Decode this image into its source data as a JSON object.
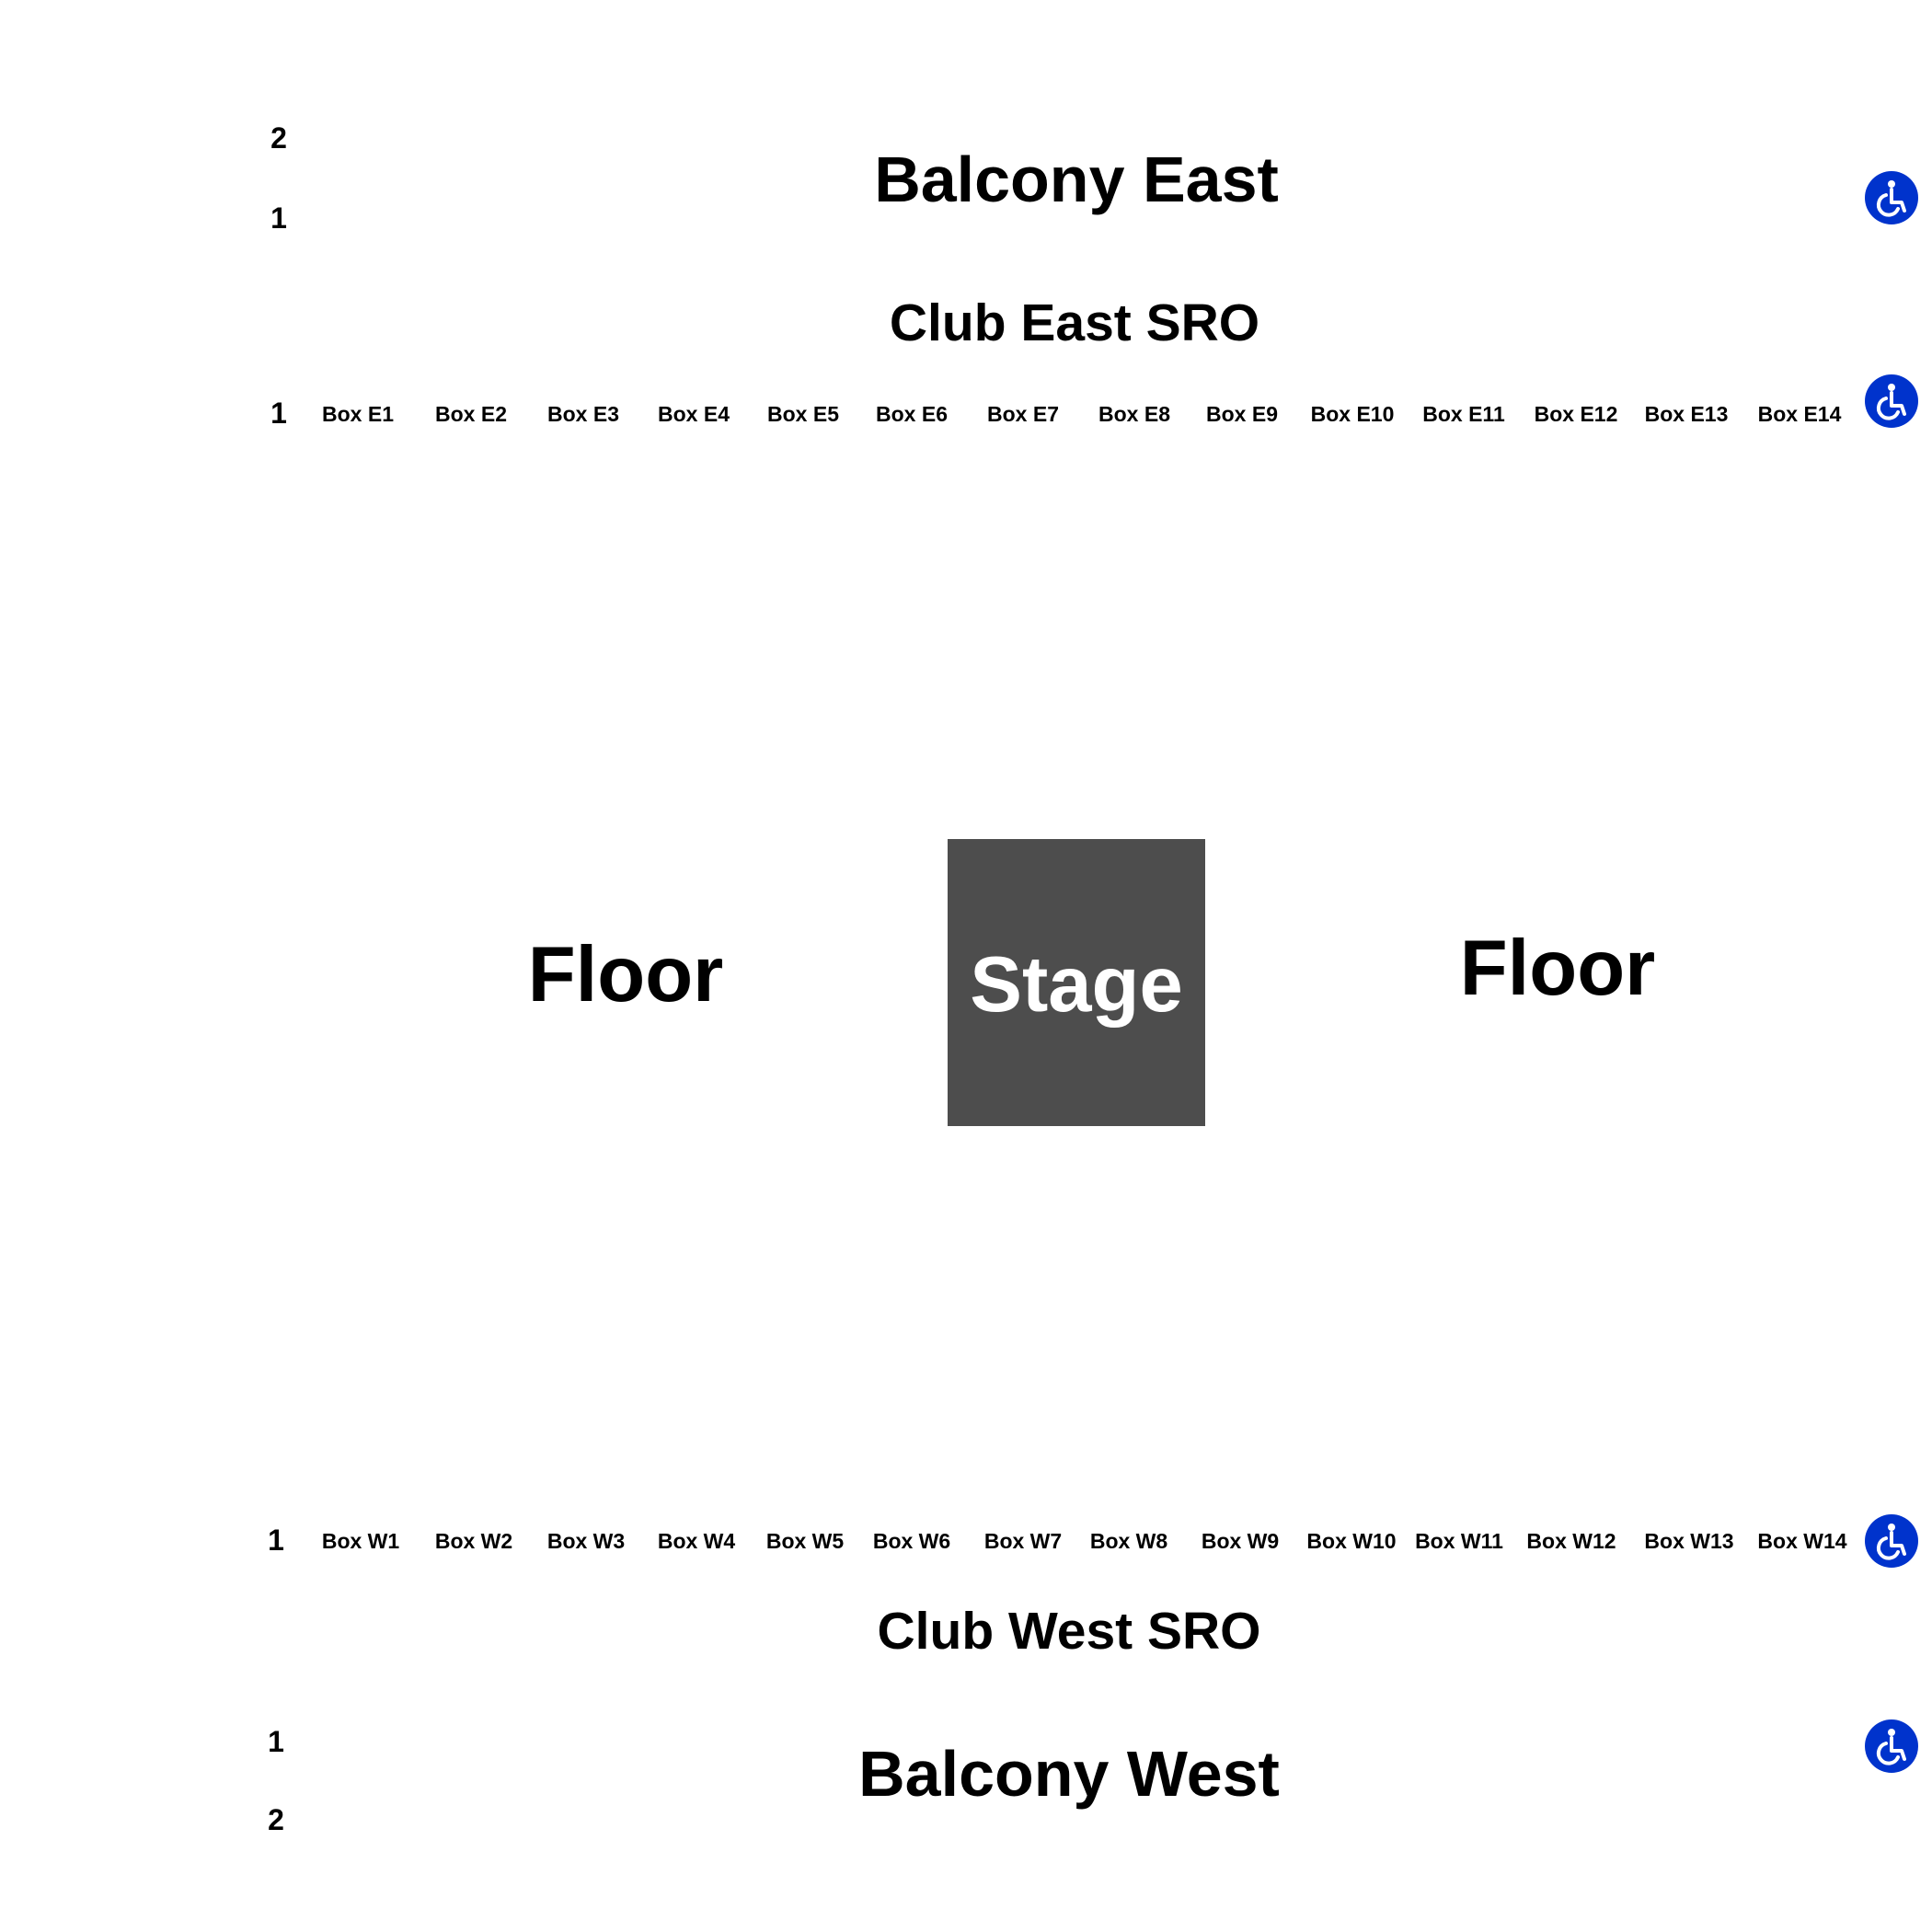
{
  "colors": {
    "stage": "#4d4d4d",
    "stage_text": "#ffffff",
    "accessible": "#0033cc",
    "text": "#000000",
    "background": "#ffffff"
  },
  "balcony_east": {
    "name": "Balcony East",
    "rows": [
      "2",
      "1"
    ]
  },
  "club_east": {
    "name": "Club East SRO",
    "row": "1",
    "boxes": [
      "Box E1",
      "Box E2",
      "Box E3",
      "Box E4",
      "Box E5",
      "Box E6",
      "Box E7",
      "Box E8",
      "Box E9",
      "Box E10",
      "Box E11",
      "Box E12",
      "Box E13",
      "Box E14"
    ]
  },
  "floor": {
    "left_label": "Floor",
    "right_label": "Floor"
  },
  "stage": {
    "label": "Stage"
  },
  "club_west": {
    "name": "Club West SRO",
    "row": "1",
    "boxes": [
      "Box W1",
      "Box W2",
      "Box W3",
      "Box W4",
      "Box W5",
      "Box W6",
      "Box W7",
      "Box W8",
      "Box W9",
      "Box W10",
      "Box W11",
      "Box W12",
      "Box W13",
      "Box W14"
    ]
  },
  "balcony_west": {
    "name": "Balcony West",
    "rows": [
      "1",
      "2"
    ]
  },
  "icons": {
    "accessible_seating": "wheelchair-icon"
  }
}
